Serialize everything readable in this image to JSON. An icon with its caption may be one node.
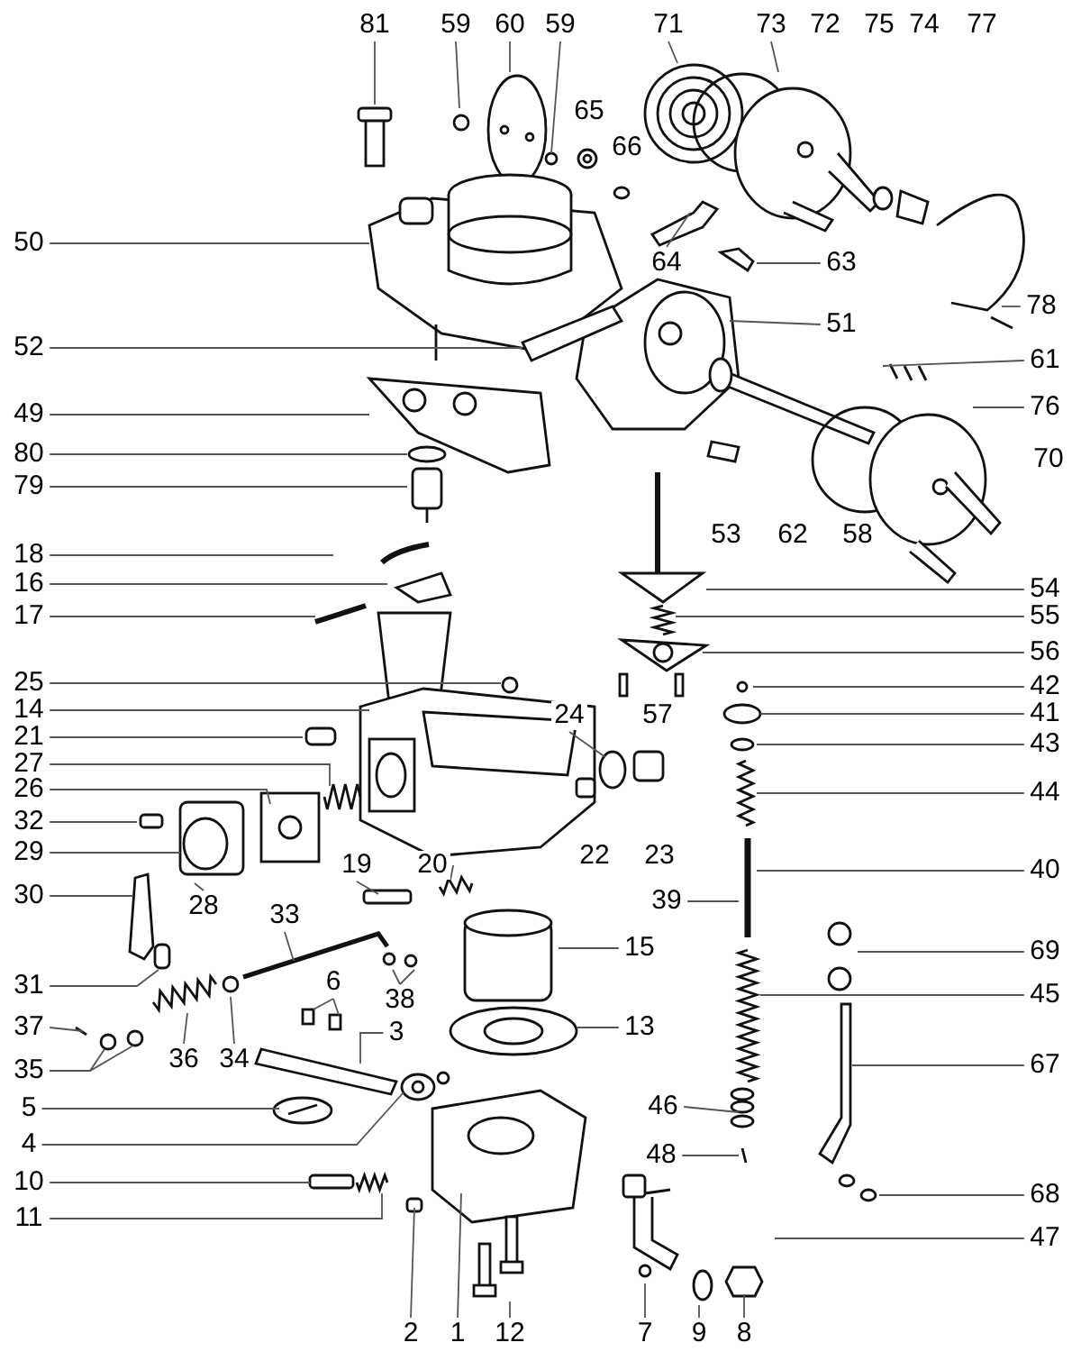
{
  "diagram": {
    "nodes": [
      {
        "text": [
          "81"
        ]
      },
      {
        "text": [
          "59"
        ]
      },
      {
        "text": [
          "60"
        ]
      },
      {
        "text": [
          "59"
        ]
      },
      {
        "text": [
          "71"
        ]
      },
      {
        "text": [
          "73"
        ]
      },
      {
        "text": [
          "64"
        ]
      },
      {
        "text": [
          "63"
        ]
      },
      {
        "text": [
          "50"
        ]
      },
      {
        "text": [
          "51"
        ]
      },
      {
        "text": [
          "78"
        ]
      },
      {
        "text": [
          "52"
        ]
      },
      {
        "text": [
          "61"
        ]
      },
      {
        "text": [
          "76"
        ]
      },
      {
        "text": [
          "49"
        ]
      },
      {
        "text": [
          "80"
        ]
      },
      {
        "text": [
          "79"
        ]
      },
      {
        "text": [
          "18"
        ]
      },
      {
        "text": [
          "16"
        ]
      },
      {
        "text": [
          "54"
        ]
      },
      {
        "text": [
          "17"
        ]
      },
      {
        "text": [
          "55"
        ]
      },
      {
        "text": [
          "56"
        ]
      },
      {
        "text": [
          "25"
        ]
      },
      {
        "text": [
          "42"
        ]
      },
      {
        "text": [
          "14"
        ]
      },
      {
        "text": [
          "41"
        ]
      },
      {
        "text": [
          "24"
        ]
      },
      {
        "text": [
          "21"
        ]
      },
      {
        "text": [
          "43"
        ]
      },
      {
        "text": [
          "27"
        ]
      },
      {
        "text": [
          "26"
        ]
      },
      {
        "text": [
          "44"
        ]
      },
      {
        "text": [
          "32"
        ]
      },
      {
        "text": [
          "29"
        ]
      },
      {
        "text": [
          "19"
        ]
      },
      {
        "text": [
          "20"
        ]
      },
      {
        "text": [
          "40"
        ]
      },
      {
        "text": [
          "30"
        ]
      },
      {
        "text": [
          "39"
        ]
      },
      {
        "text": [
          "28"
        ]
      },
      {
        "text": [
          "33"
        ]
      },
      {
        "text": [
          "15"
        ]
      },
      {
        "text": [
          "69"
        ]
      },
      {
        "text": [
          "31"
        ]
      },
      {
        "text": [
          "6"
        ]
      },
      {
        "text": [
          "45"
        ]
      },
      {
        "text": [
          "38"
        ]
      },
      {
        "text": [
          "37"
        ]
      },
      {
        "text": [
          "13"
        ]
      },
      {
        "text": [
          "3"
        ]
      },
      {
        "text": [
          "36"
        ]
      },
      {
        "text": [
          "34"
        ]
      },
      {
        "text": [
          "67"
        ]
      },
      {
        "text": [
          "35"
        ]
      },
      {
        "text": [
          "5"
        ]
      },
      {
        "text": [
          "46"
        ]
      },
      {
        "text": [
          "4"
        ]
      },
      {
        "text": [
          "48"
        ]
      },
      {
        "text": [
          "10"
        ]
      },
      {
        "text": [
          "68"
        ]
      },
      {
        "text": [
          "11"
        ]
      },
      {
        "text": [
          "47"
        ]
      },
      {
        "text": [
          "2"
        ]
      },
      {
        "text": [
          "1"
        ]
      },
      {
        "text": [
          "12"
        ]
      },
      {
        "text": [
          "7"
        ]
      },
      {
        "text": [
          "9"
        ]
      },
      {
        "text": [
          "8"
        ]
      }
    ],
    "edges": [
      {
        "from": 0,
        "to": null,
        "arrow": "none"
      },
      {
        "from": 1,
        "to": null,
        "arrow": "none"
      },
      {
        "from": 2,
        "to": null,
        "arrow": "none"
      },
      {
        "from": 3,
        "to": null,
        "arrow": "none"
      },
      {
        "from": 4,
        "to": null,
        "arrow": "none"
      },
      {
        "from": 5,
        "to": null,
        "arrow": "none"
      },
      {
        "from": 6,
        "to": null,
        "arrow": "none"
      },
      {
        "from": 7,
        "to": null,
        "arrow": "none"
      },
      {
        "from": 8,
        "to": null,
        "arrow": "none"
      },
      {
        "from": 9,
        "to": null,
        "arrow": "none"
      },
      {
        "from": 10,
        "to": null,
        "arrow": "none"
      },
      {
        "from": 11,
        "to": null,
        "arrow": "none"
      },
      {
        "from": 12,
        "to": null,
        "arrow": "none"
      },
      {
        "from": 13,
        "to": null,
        "arrow": "none"
      },
      {
        "from": 14,
        "to": null,
        "arrow": "none"
      },
      {
        "from": 15,
        "to": null,
        "arrow": "none"
      },
      {
        "from": 16,
        "to": null,
        "arrow": "none"
      },
      {
        "from": 17,
        "to": null,
        "arrow": "none"
      },
      {
        "from": 18,
        "to": null,
        "arrow": "none"
      },
      {
        "from": 19,
        "to": null,
        "arrow": "none"
      },
      {
        "from": 20,
        "to": null,
        "arrow": "none"
      },
      {
        "from": 21,
        "to": null,
        "arrow": "none"
      },
      {
        "from": 22,
        "to": null,
        "arrow": "none"
      },
      {
        "from": 23,
        "to": null,
        "arrow": "none"
      },
      {
        "from": 24,
        "to": null,
        "arrow": "none"
      },
      {
        "from": 25,
        "to": null,
        "arrow": "none"
      },
      {
        "from": 26,
        "to": null,
        "arrow": "none"
      },
      {
        "from": 27,
        "to": null,
        "arrow": "none"
      },
      {
        "from": 28,
        "to": null,
        "arrow": "none"
      },
      {
        "from": 29,
        "to": null,
        "arrow": "none"
      },
      {
        "from": 30,
        "to": null,
        "arrow": "none"
      },
      {
        "from": 31,
        "to": null,
        "arrow": "none"
      },
      {
        "from": 32,
        "to": null,
        "arrow": "none"
      },
      {
        "from": 33,
        "to": null,
        "arrow": "none"
      },
      {
        "from": 34,
        "to": null,
        "arrow": "none"
      },
      {
        "from": 35,
        "to": null,
        "arrow": "none"
      },
      {
        "from": 36,
        "to": null,
        "arrow": "none"
      },
      {
        "from": 37,
        "to": null,
        "arrow": "none"
      },
      {
        "from": 38,
        "to": null,
        "arrow": "none"
      },
      {
        "from": 39,
        "to": null,
        "arrow": "none"
      },
      {
        "from": 40,
        "to": null,
        "arrow": "none"
      },
      {
        "from": 41,
        "to": null,
        "arrow": "none"
      },
      {
        "from": 42,
        "to": null,
        "arrow": "none"
      },
      {
        "from": 43,
        "to": null,
        "arrow": "none"
      },
      {
        "from": 44,
        "to": null,
        "arrow": "none"
      },
      {
        "from": 45,
        "to": null,
        "arrow": "none"
      },
      {
        "from": 45,
        "to": null,
        "arrow": "none"
      },
      {
        "from": 46,
        "to": null,
        "arrow": "none"
      },
      {
        "from": 47,
        "to": null,
        "arrow": "none"
      },
      {
        "from": 47,
        "to": null,
        "arrow": "none"
      },
      {
        "from": 48,
        "to": null,
        "arrow": "none"
      },
      {
        "from": 49,
        "to": null,
        "arrow": "none"
      },
      {
        "from": 50,
        "to": null,
        "arrow": "none"
      },
      {
        "from": 51,
        "to": null,
        "arrow": "none"
      },
      {
        "from": 52,
        "to": null,
        "arrow": "none"
      },
      {
        "from": 53,
        "to": null,
        "arrow": "none"
      },
      {
        "from": 54,
        "to": null,
        "arrow": "none"
      },
      {
        "from": 54,
        "to": null,
        "arrow": "none"
      },
      {
        "from": 55,
        "to": null,
        "arrow": "none"
      },
      {
        "from": 56,
        "to": null,
        "arrow": "none"
      },
      {
        "from": 57,
        "to": null,
        "arrow": "none"
      },
      {
        "from": 58,
        "to": null,
        "arrow": "none"
      },
      {
        "from": 59,
        "to": null,
        "arrow": "none"
      },
      {
        "from": 60,
        "to": null,
        "arrow": "none"
      },
      {
        "from": 61,
        "to": null,
        "arrow": "none"
      },
      {
        "from": 62,
        "to": null,
        "arrow": "none"
      },
      {
        "from": 63,
        "to": null,
        "arrow": "none"
      },
      {
        "from": 64,
        "to": null,
        "arrow": "none"
      },
      {
        "from": 65,
        "to": null,
        "arrow": "none"
      },
      {
        "from": 66,
        "to": null,
        "arrow": "none"
      },
      {
        "from": 67,
        "to": null,
        "arrow": "none"
      },
      {
        "from": 68,
        "to": null,
        "arrow": "none"
      }
    ],
    "labels": [
      "72",
      "75",
      "74",
      "77",
      "65",
      "66",
      "70",
      "53",
      "62",
      "58",
      "57",
      "22",
      "23"
    ]
  }
}
